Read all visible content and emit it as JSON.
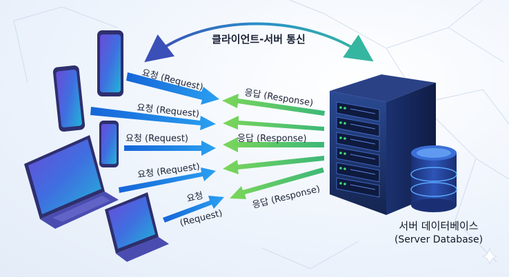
{
  "title": "클라이언트-서버 통신",
  "request_label": "요청 (Request)",
  "request_label_line1": "요청",
  "request_label_line2": "(Request)",
  "response_label": "응답 (Response)",
  "database_label_ko": "서버 데이터베이스",
  "database_label_en": "(Server Database)",
  "colors": {
    "request_arrow": "#1f7fe0",
    "response_arrow": "#4fc24a",
    "device_frame": "#3d3f9e",
    "server_body": "#1d2f66"
  },
  "icons": [
    "smartphone-icon",
    "tablet-icon",
    "laptop-icon",
    "server-rack-icon",
    "database-icon",
    "sparkle-icon"
  ]
}
